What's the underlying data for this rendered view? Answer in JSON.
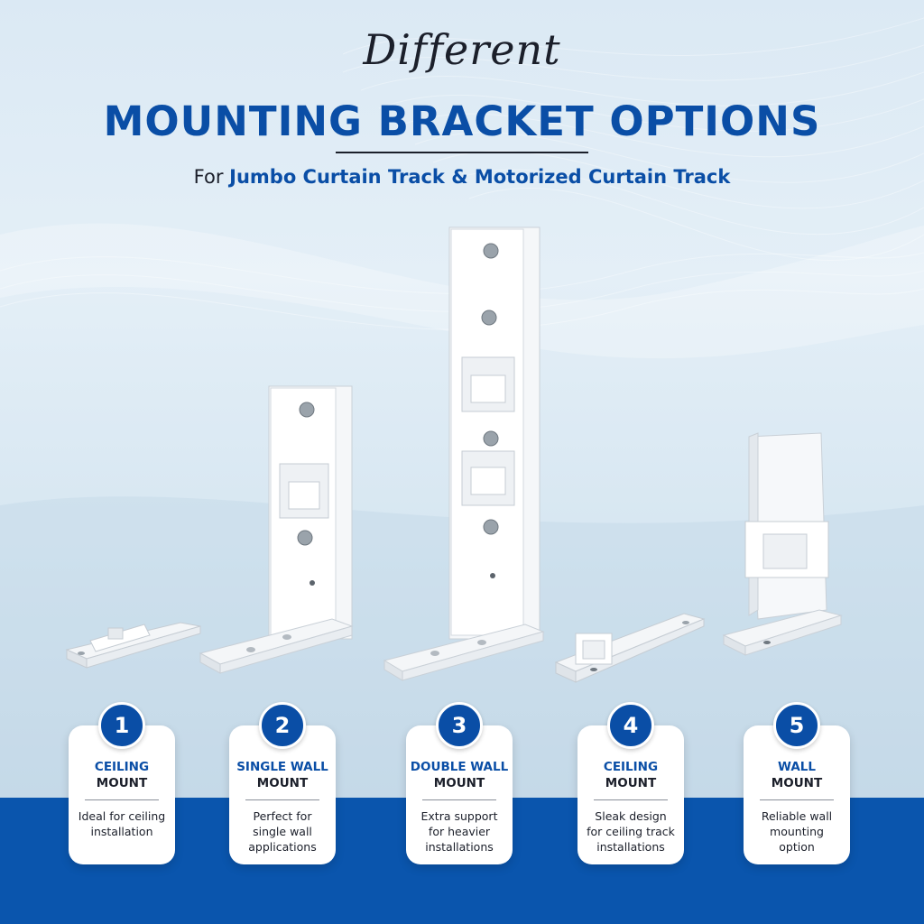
{
  "header": {
    "script_title": "Different",
    "main_title": "MOUNTING BRACKET OPTIONS",
    "subtitle_prefix": "For ",
    "subtitle_highlight": "Jumbo Curtain Track & Motorized Curtain Track"
  },
  "colors": {
    "brand_blue": "#0a4ea6",
    "band_blue": "#0a55ad",
    "text_dark": "#1b1f2a"
  },
  "options": [
    {
      "number": "1",
      "title_top": "CEILING",
      "title_bottom": "MOUNT",
      "description": "Ideal for ceiling installation"
    },
    {
      "number": "2",
      "title_top": "SINGLE WALL",
      "title_bottom": "MOUNT",
      "description": "Perfect for single wall applications"
    },
    {
      "number": "3",
      "title_top": "DOUBLE WALL",
      "title_bottom": "MOUNT",
      "description": "Extra support for heavier installations"
    },
    {
      "number": "4",
      "title_top": "CEILING",
      "title_bottom": "MOUNT",
      "description": "Sleak design for ceiling track installations"
    },
    {
      "number": "5",
      "title_top": "WALL",
      "title_bottom": "MOUNT",
      "description": "Reliable wall mounting option"
    }
  ]
}
